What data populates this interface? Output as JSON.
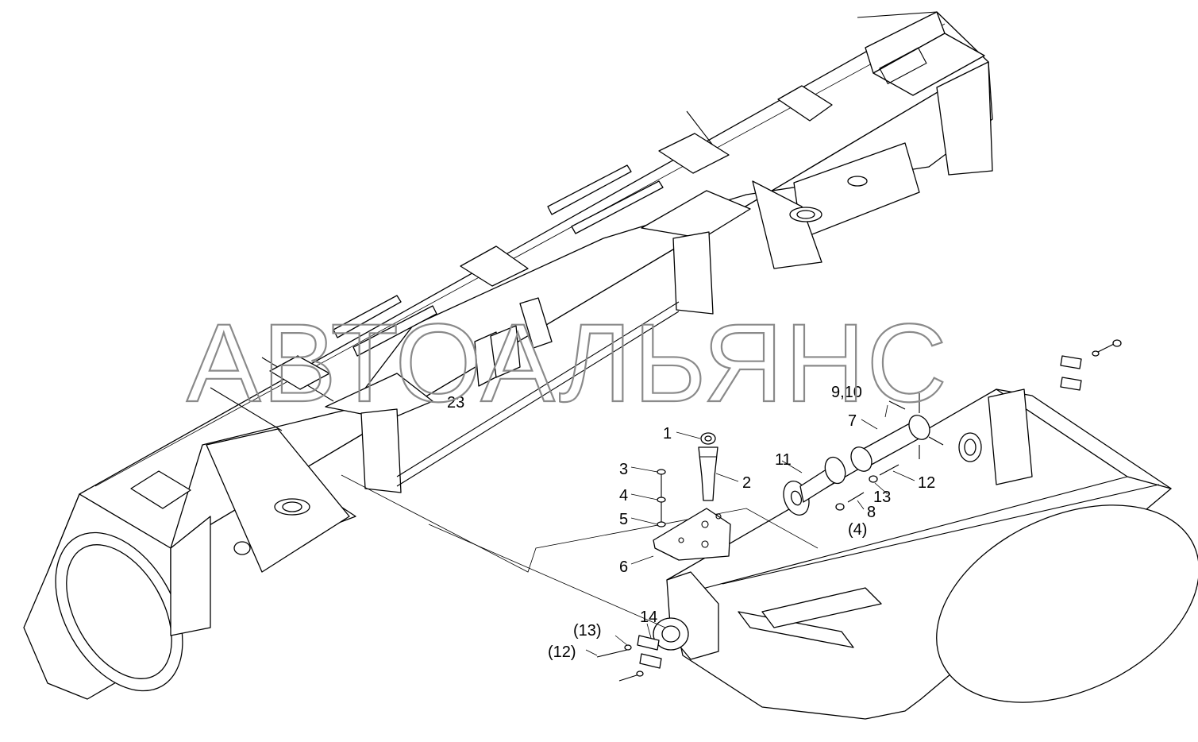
{
  "watermark": "АВТОАЛЬЯНС",
  "callouts": {
    "c1": "1",
    "c2": "2",
    "c3": "3",
    "c4": "4",
    "c5": "5",
    "c6": "6",
    "c7": "7",
    "c8": "8",
    "c9_10": "9,10",
    "c11": "11",
    "c12": "12",
    "c13": "13",
    "c14": "14",
    "c23": "23",
    "c4_ref": "(4)",
    "c12_ref": "(12)",
    "c13_ref": "(13)"
  }
}
